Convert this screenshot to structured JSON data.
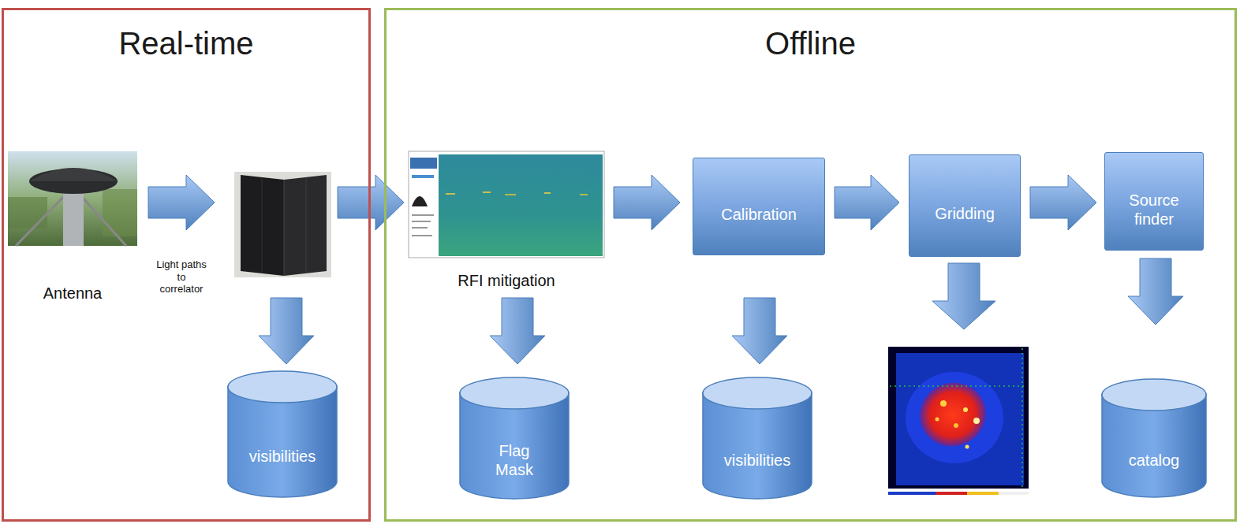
{
  "diagram": {
    "nodes": [
      {
        "text": [
          "Real-time"
        ]
      },
      {
        "text": [
          "Antenna"
        ],
        "in": 0
      },
      {
        "text": [],
        "in": 0
      },
      {
        "text": [
          "visibilities"
        ],
        "in": 0
      },
      {
        "text": [
          "Offline"
        ]
      },
      {
        "text": [
          "RFI mitigation"
        ],
        "in": 4
      },
      {
        "text": [
          "Flag Mask"
        ],
        "in": 4
      },
      {
        "text": [
          "Calibration"
        ],
        "in": 4
      },
      {
        "text": [
          "visibilities"
        ],
        "in": 4
      },
      {
        "text": [
          "Gridding"
        ],
        "in": 4
      },
      {
        "text": [
          "Source finder"
        ],
        "in": 4
      },
      {
        "text": [
          "catalog"
        ],
        "in": 4
      }
    ],
    "edges": [
      {
        "from": 1,
        "to": 2,
        "arrow": "to",
        "label": "Light paths to correlator"
      },
      {
        "from": 2,
        "to": 3,
        "arrow": "to"
      },
      {
        "from": 2,
        "to": 5,
        "arrow": "to"
      },
      {
        "from": 5,
        "to": 6,
        "arrow": "to"
      },
      {
        "from": 5,
        "to": 7,
        "arrow": "to"
      },
      {
        "from": 7,
        "to": 8,
        "arrow": "to"
      },
      {
        "from": 7,
        "to": 9,
        "arrow": "to"
      },
      {
        "from": 9,
        "to": 10,
        "arrow": "to"
      },
      {
        "from": 10,
        "to": 11,
        "arrow": "to"
      }
    ]
  }
}
